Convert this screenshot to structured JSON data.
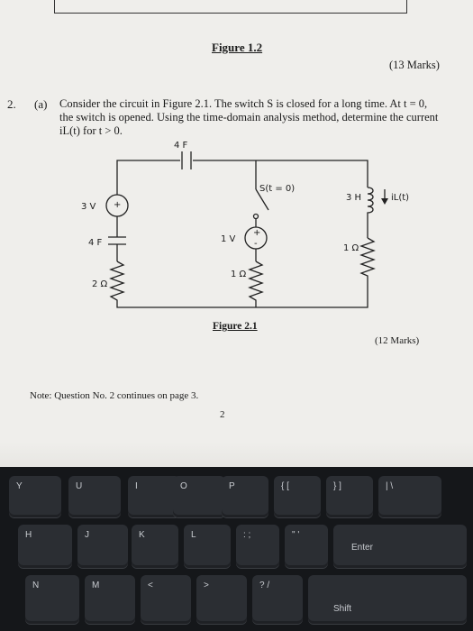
{
  "document": {
    "figure_1_2_caption": "Figure 1.2",
    "marks_13": "(13 Marks)",
    "question_number": "2.",
    "question_part": "(a)",
    "question_lines": [
      "Consider the circuit in Figure 2.1. The switch S is closed for a long time. At t = 0,",
      "the switch is opened. Using the time-domain analysis method, determine the current",
      "iL(t) for t > 0."
    ],
    "figure_2_1_caption": "Figure 2.1",
    "marks_12": "(12 Marks)",
    "note": "Note: Question No. 2 continues on page 3.",
    "page_number": "2"
  },
  "circuit": {
    "top_capacitor": "4 F",
    "voltage_source_left": "3 V",
    "capacitor_left": "4 F",
    "resistor_left": "2 Ω",
    "switch": "S(t = 0)",
    "voltage_source_mid": "1 V",
    "resistor_mid": "1 Ω",
    "inductor": "3 H",
    "resistor_right": "1 Ω",
    "current_label": "iL(t)",
    "plus_sign": "+",
    "minus_sign": "-"
  },
  "keyboard": {
    "row1": [
      "Y",
      "U",
      "I",
      "O",
      "P",
      "{ [",
      "} ]",
      "| \\"
    ],
    "row2": [
      "H",
      "J",
      "K",
      "L",
      ": ;",
      "\" '",
      "Enter"
    ],
    "row3": [
      "N",
      "M",
      "<",
      ">",
      "? /",
      "Shift"
    ]
  }
}
